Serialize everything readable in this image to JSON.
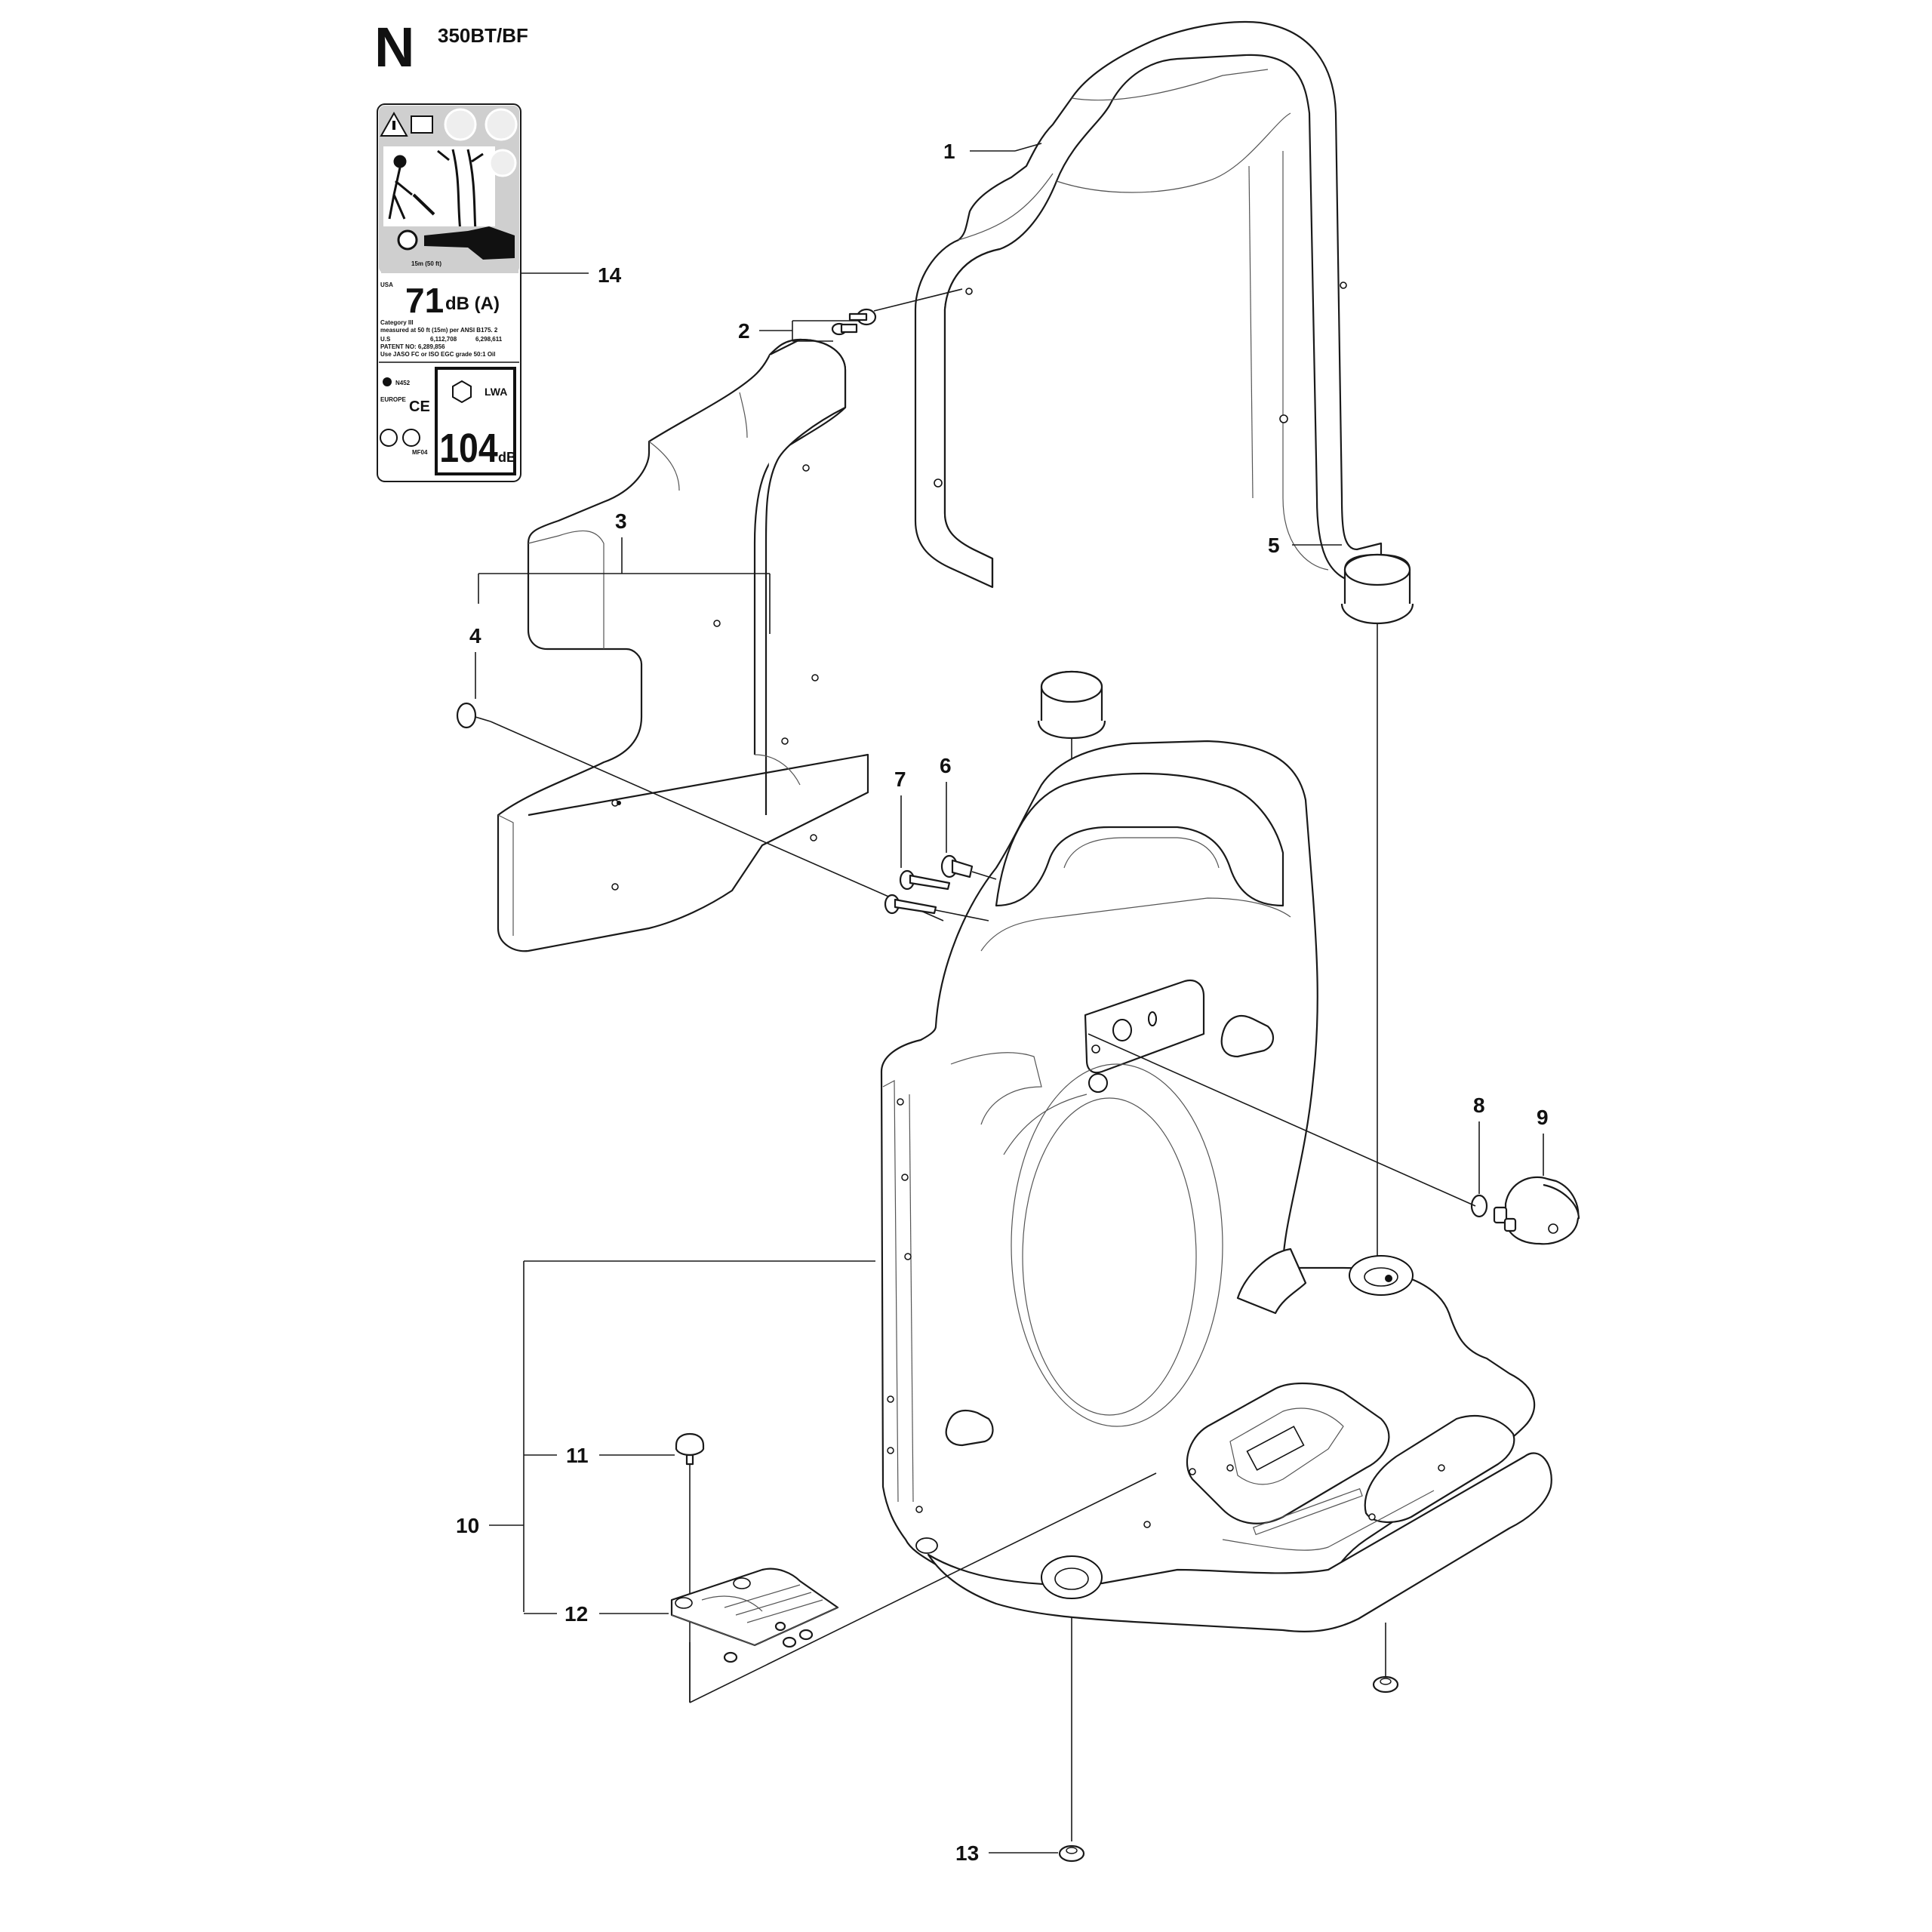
{
  "header": {
    "section_letter": "N",
    "model": "350BT/BF"
  },
  "decal": {
    "usa": "USA",
    "noise_value": "71",
    "noise_unit": "dB (A)",
    "category": "Category III",
    "measured": "measured at 50 ft (15m) per ANSI B175. 2",
    "us_label": "U.S",
    "us_patent_1": "6,112,708",
    "us_patent_2": "6,298,611",
    "patent_no": "PATENT NO: 6,289,856",
    "oil_note": "Use JASO FC or ISO EGC grade 50:1 Oil",
    "n_code": "N452",
    "europe": "EUROPE",
    "ce": "CE",
    "lwa": "LWA",
    "lwa_value": "104",
    "lwa_unit": "dB",
    "distance": "15m (50 ft)",
    "mark_code": "MF04"
  },
  "callouts": [
    "1",
    "2",
    "3",
    "4",
    "5",
    "6",
    "7",
    "8",
    "9",
    "10",
    "11",
    "12",
    "13",
    "14"
  ]
}
